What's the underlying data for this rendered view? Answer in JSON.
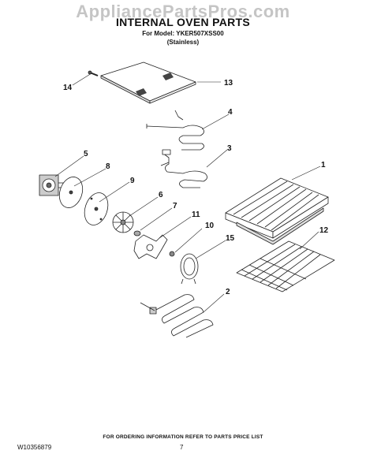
{
  "watermark": "AppliancePartsPros.com",
  "header": {
    "title": "INTERNAL OVEN PARTS",
    "model": "For Model: YKER507XSS00",
    "variant": "(Stainless)"
  },
  "callouts": [
    "14",
    "13",
    "4",
    "3",
    "5",
    "8",
    "9",
    "6",
    "7",
    "11",
    "10",
    "15",
    "1",
    "12",
    "2"
  ],
  "footer": {
    "note": "FOR ORDERING INFORMATION REFER TO PARTS PRICE LIST",
    "doc_number": "W10356879",
    "page_number": "7"
  }
}
